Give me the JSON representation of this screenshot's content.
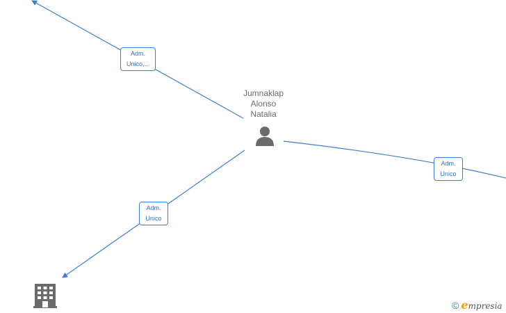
{
  "person": {
    "name_lines": [
      "Jumnaklap",
      "Alonso",
      "Natalia"
    ],
    "icon": "person-icon"
  },
  "edges": [
    {
      "id": "top-left",
      "label_lines": [
        "Adm.",
        "Unico,..."
      ]
    },
    {
      "id": "bottom-left",
      "label_lines": [
        "Adm.",
        "Unico"
      ]
    },
    {
      "id": "right",
      "label_lines": [
        "Adm.",
        "Unico"
      ]
    }
  ],
  "company": {
    "icon": "building-icon"
  },
  "watermark": {
    "copyright_symbol": "©",
    "brand_initial": "e",
    "brand_rest": "mpresia"
  },
  "colors": {
    "edge": "#3c7fd0",
    "node_icon": "#6b6b6b",
    "text": "#6b6b6b"
  }
}
